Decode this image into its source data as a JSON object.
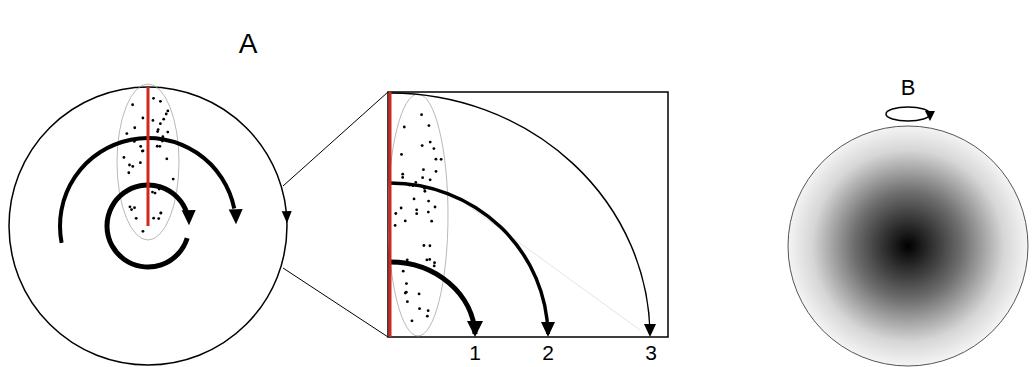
{
  "diagram": {
    "labels": [
      "A",
      "B",
      "1",
      "2",
      "3"
    ]
  }
}
